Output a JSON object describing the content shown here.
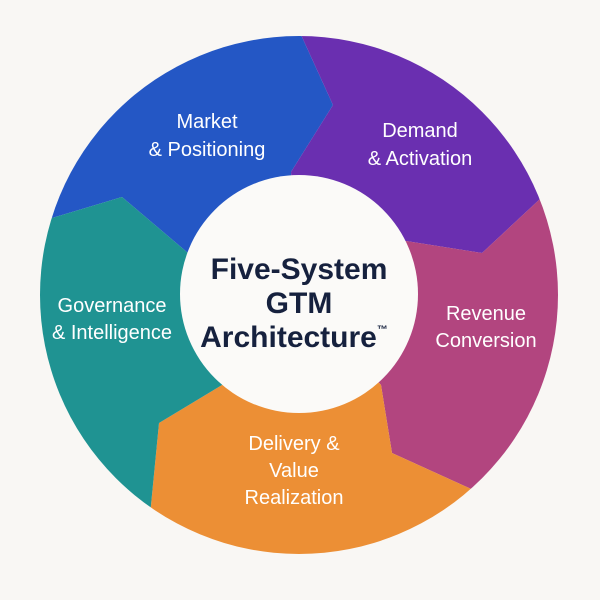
{
  "title": {
    "line1": "Five-System",
    "line2": "GTM",
    "line3": "Architecture",
    "trademark": "™"
  },
  "segments": [
    {
      "id": "market",
      "lines": [
        "Market",
        "& Positioning"
      ],
      "color": "#2457c5"
    },
    {
      "id": "demand",
      "lines": [
        "Demand",
        "& Activation"
      ],
      "color": "#6a2fb0"
    },
    {
      "id": "revenue",
      "lines": [
        "Revenue",
        "Conversion"
      ],
      "color": "#b2457f"
    },
    {
      "id": "delivery",
      "lines": [
        "Delivery &",
        "Value",
        "Realization"
      ],
      "color": "#ec8f35"
    },
    {
      "id": "governance",
      "lines": [
        "Governance",
        "& Intelligence"
      ],
      "color": "#1f9392"
    }
  ]
}
